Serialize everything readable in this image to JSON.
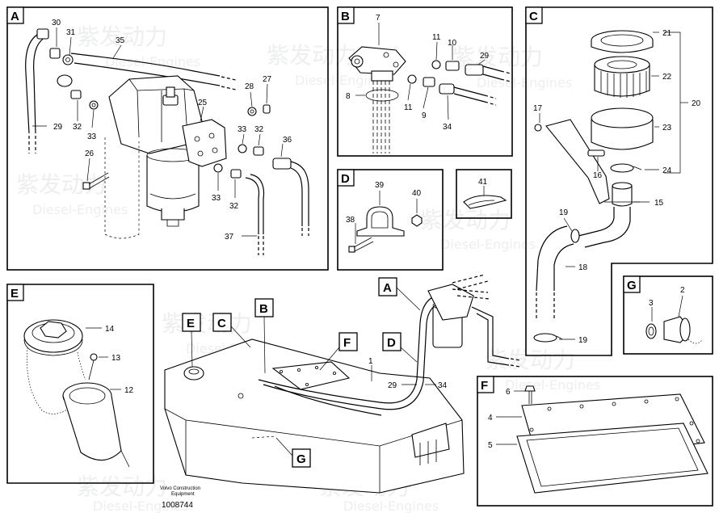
{
  "panels": {
    "A": {
      "letter": "A",
      "callouts": [
        "30",
        "31",
        "35",
        "28",
        "27",
        "25",
        "29",
        "32",
        "33",
        "26",
        "33",
        "32",
        "36",
        "33",
        "32",
        "37"
      ]
    },
    "B": {
      "letter": "B",
      "callouts": [
        "7",
        "11",
        "10",
        "29",
        "8",
        "11",
        "9",
        "34"
      ]
    },
    "C": {
      "letter": "C",
      "callouts": [
        "21",
        "22",
        "20",
        "23",
        "17",
        "16",
        "24",
        "15",
        "19",
        "18",
        "19"
      ]
    },
    "D": {
      "letter": "D",
      "callouts": [
        "39",
        "40",
        "38"
      ]
    },
    "clip": {
      "callouts": [
        "41"
      ]
    },
    "E": {
      "letter": "E",
      "callouts": [
        "14",
        "13",
        "12"
      ]
    },
    "F": {
      "letter": "F",
      "callouts": [
        "6",
        "4",
        "5"
      ]
    },
    "G": {
      "letter": "G",
      "callouts": [
        "3",
        "2"
      ]
    },
    "main": {
      "callouts": [
        "1",
        "29",
        "34"
      ],
      "flags": [
        "A",
        "B",
        "C",
        "E",
        "F",
        "D",
        "G"
      ]
    }
  },
  "footer": {
    "brand_line1": "Volvo Construction",
    "brand_line2": "Equipment",
    "drawing_number": "1008744"
  },
  "watermark": {
    "brand_cn": "紫发动力",
    "brand_en": "Diesel-Engines"
  }
}
